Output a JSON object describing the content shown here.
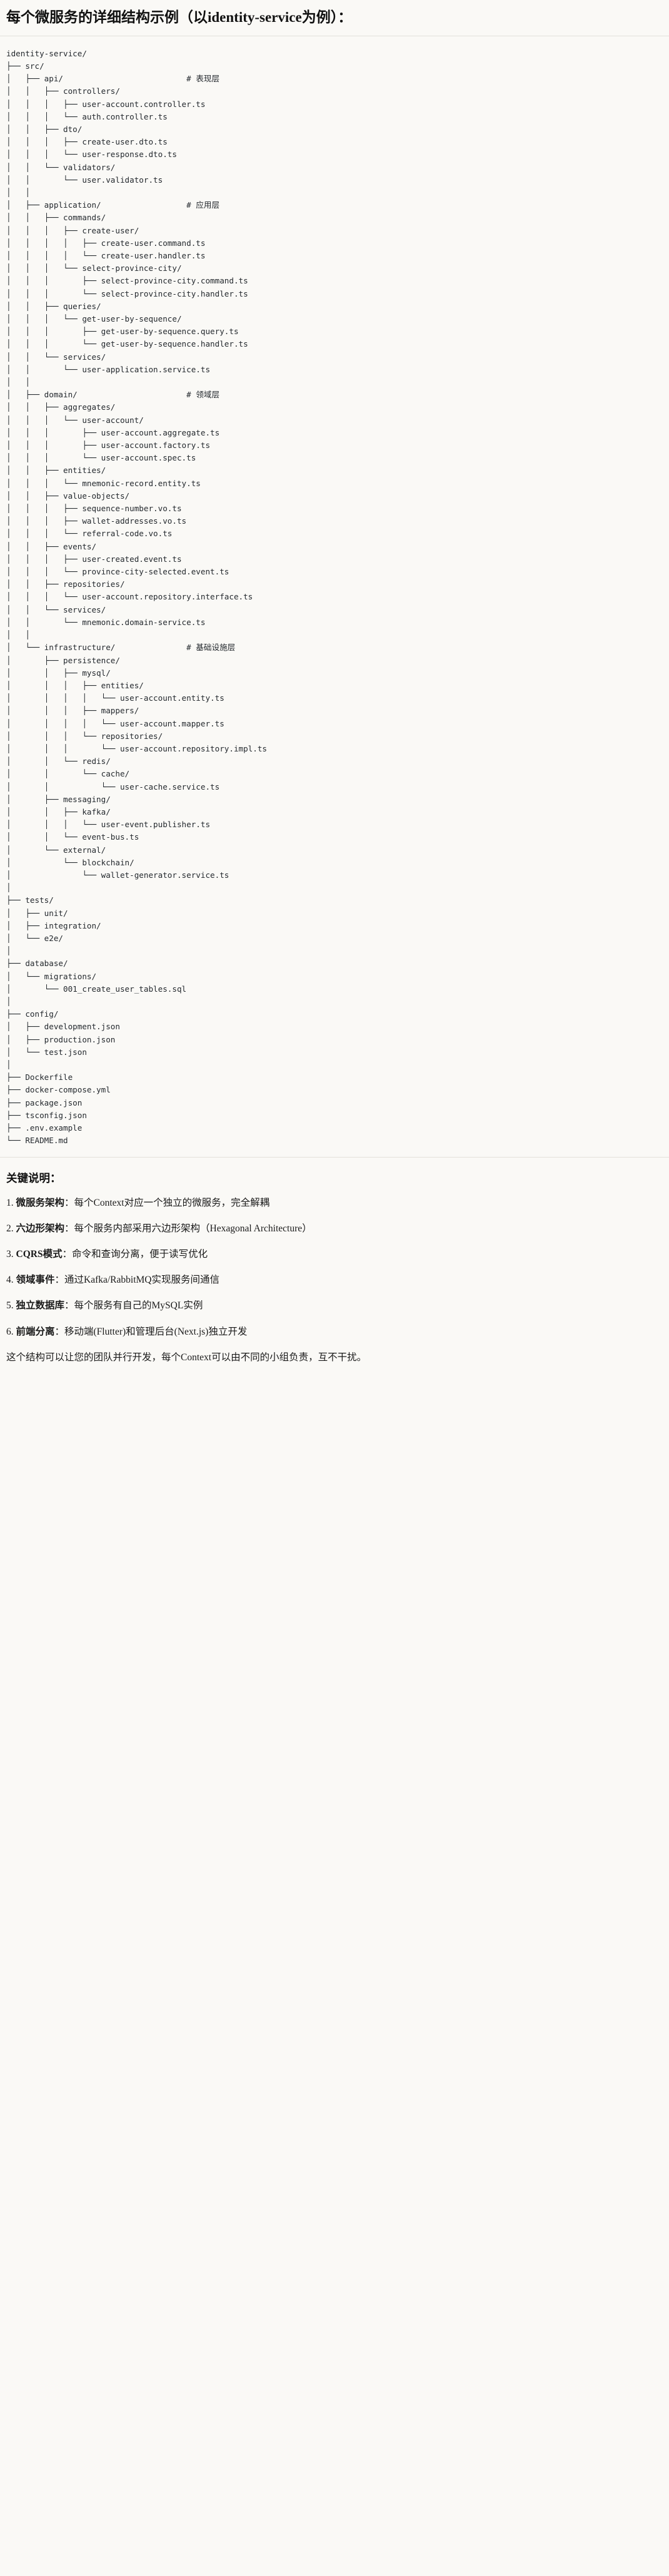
{
  "header": {
    "title": "每个微服务的详细结构示例（以identity-service为例）："
  },
  "tree": {
    "root": "identity-service/",
    "lines": [
      "identity-service/",
      "├── src/",
      "│   ├── api/                          # 表现层",
      "│   │   ├── controllers/",
      "│   │   │   ├── user-account.controller.ts",
      "│   │   │   └── auth.controller.ts",
      "│   │   ├── dto/",
      "│   │   │   ├── create-user.dto.ts",
      "│   │   │   └── user-response.dto.ts",
      "│   │   └── validators/",
      "│   │       └── user.validator.ts",
      "│   │",
      "│   ├── application/                  # 应用层",
      "│   │   ├── commands/",
      "│   │   │   ├── create-user/",
      "│   │   │   │   ├── create-user.command.ts",
      "│   │   │   │   └── create-user.handler.ts",
      "│   │   │   └── select-province-city/",
      "│   │   │       ├── select-province-city.command.ts",
      "│   │   │       └── select-province-city.handler.ts",
      "│   │   ├── queries/",
      "│   │   │   └── get-user-by-sequence/",
      "│   │   │       ├── get-user-by-sequence.query.ts",
      "│   │   │       └── get-user-by-sequence.handler.ts",
      "│   │   └── services/",
      "│   │       └── user-application.service.ts",
      "│   │",
      "│   ├── domain/                       # 领域层",
      "│   │   ├── aggregates/",
      "│   │   │   └── user-account/",
      "│   │   │       ├── user-account.aggregate.ts",
      "│   │   │       ├── user-account.factory.ts",
      "│   │   │       └── user-account.spec.ts",
      "│   │   ├── entities/",
      "│   │   │   └── mnemonic-record.entity.ts",
      "│   │   ├── value-objects/",
      "│   │   │   ├── sequence-number.vo.ts",
      "│   │   │   ├── wallet-addresses.vo.ts",
      "│   │   │   └── referral-code.vo.ts",
      "│   │   ├── events/",
      "│   │   │   ├── user-created.event.ts",
      "│   │   │   └── province-city-selected.event.ts",
      "│   │   ├── repositories/",
      "│   │   │   └── user-account.repository.interface.ts",
      "│   │   └── services/",
      "│   │       └── mnemonic.domain-service.ts",
      "│   │",
      "│   └── infrastructure/               # 基础设施层",
      "│       ├── persistence/",
      "│       │   ├── mysql/",
      "│       │   │   ├── entities/",
      "│       │   │   │   └── user-account.entity.ts",
      "│       │   │   ├── mappers/",
      "│       │   │   │   └── user-account.mapper.ts",
      "│       │   │   └── repositories/",
      "│       │   │       └── user-account.repository.impl.ts",
      "│       │   └── redis/",
      "│       │       └── cache/",
      "│       │           └── user-cache.service.ts",
      "│       ├── messaging/",
      "│       │   ├── kafka/",
      "│       │   │   └── user-event.publisher.ts",
      "│       │   └── event-bus.ts",
      "│       └── external/",
      "│           └── blockchain/",
      "│               └── wallet-generator.service.ts",
      "│",
      "├── tests/",
      "│   ├── unit/",
      "│   ├── integration/",
      "│   └── e2e/",
      "│",
      "├── database/",
      "│   └── migrations/",
      "│       └── 001_create_user_tables.sql",
      "│",
      "├── config/",
      "│   ├── development.json",
      "│   ├── production.json",
      "│   └── test.json",
      "│",
      "├── Dockerfile",
      "├── docker-compose.yml",
      "├── package.json",
      "├── tsconfig.json",
      "├── .env.example",
      "└── README.md"
    ],
    "comments": [
      "# 表现层",
      "# 应用层",
      "# 领域层",
      "# 基础设施层"
    ]
  },
  "notes": {
    "title": "关键说明：",
    "items": [
      {
        "num": "1.",
        "term": "微服务架构",
        "body": "：每个Context对应一个独立的微服务，完全解耦"
      },
      {
        "num": "2.",
        "term": "六边形架构",
        "body": "：每个服务内部采用六边形架构（Hexagonal Architecture）"
      },
      {
        "num": "3.",
        "term": "CQRS模式",
        "body": "：命令和查询分离，便于读写优化"
      },
      {
        "num": "4.",
        "term": "领域事件",
        "body": "：通过Kafka/RabbitMQ实现服务间通信"
      },
      {
        "num": "5.",
        "term": "独立数据库",
        "body": "：每个服务有自己的MySQL实例"
      },
      {
        "num": "6.",
        "term": "前端分离",
        "body": "：移动端(Flutter)和管理后台(Next.js)独立开发"
      }
    ],
    "closing": "这个结构可以让您的团队并行开发，每个Context可以由不同的小组负责，互不干扰。"
  }
}
